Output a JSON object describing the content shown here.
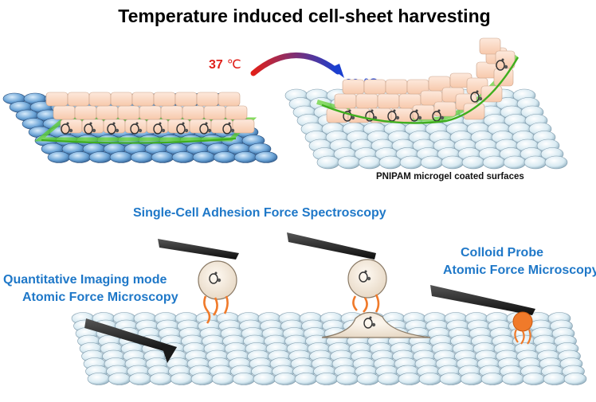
{
  "title": "Temperature induced cell-sheet harvesting",
  "temperatures": {
    "start": "37",
    "end": "29",
    "unit": "℃"
  },
  "colors": {
    "hot": "#e0201a",
    "cold": "#1a3fd0",
    "label_blue": "#1f78c8"
  },
  "labels": {
    "surface": "PNIPAM microgel coated surfaces",
    "scfs": "Single-Cell Adhesion Force Spectroscopy",
    "qi_line1": "Quantitative Imaging mode",
    "qi_line2": "Atomic Force Microscopy",
    "cp_line1": "Colloid Probe",
    "cp_line2": "Atomic Force Microscopy"
  }
}
